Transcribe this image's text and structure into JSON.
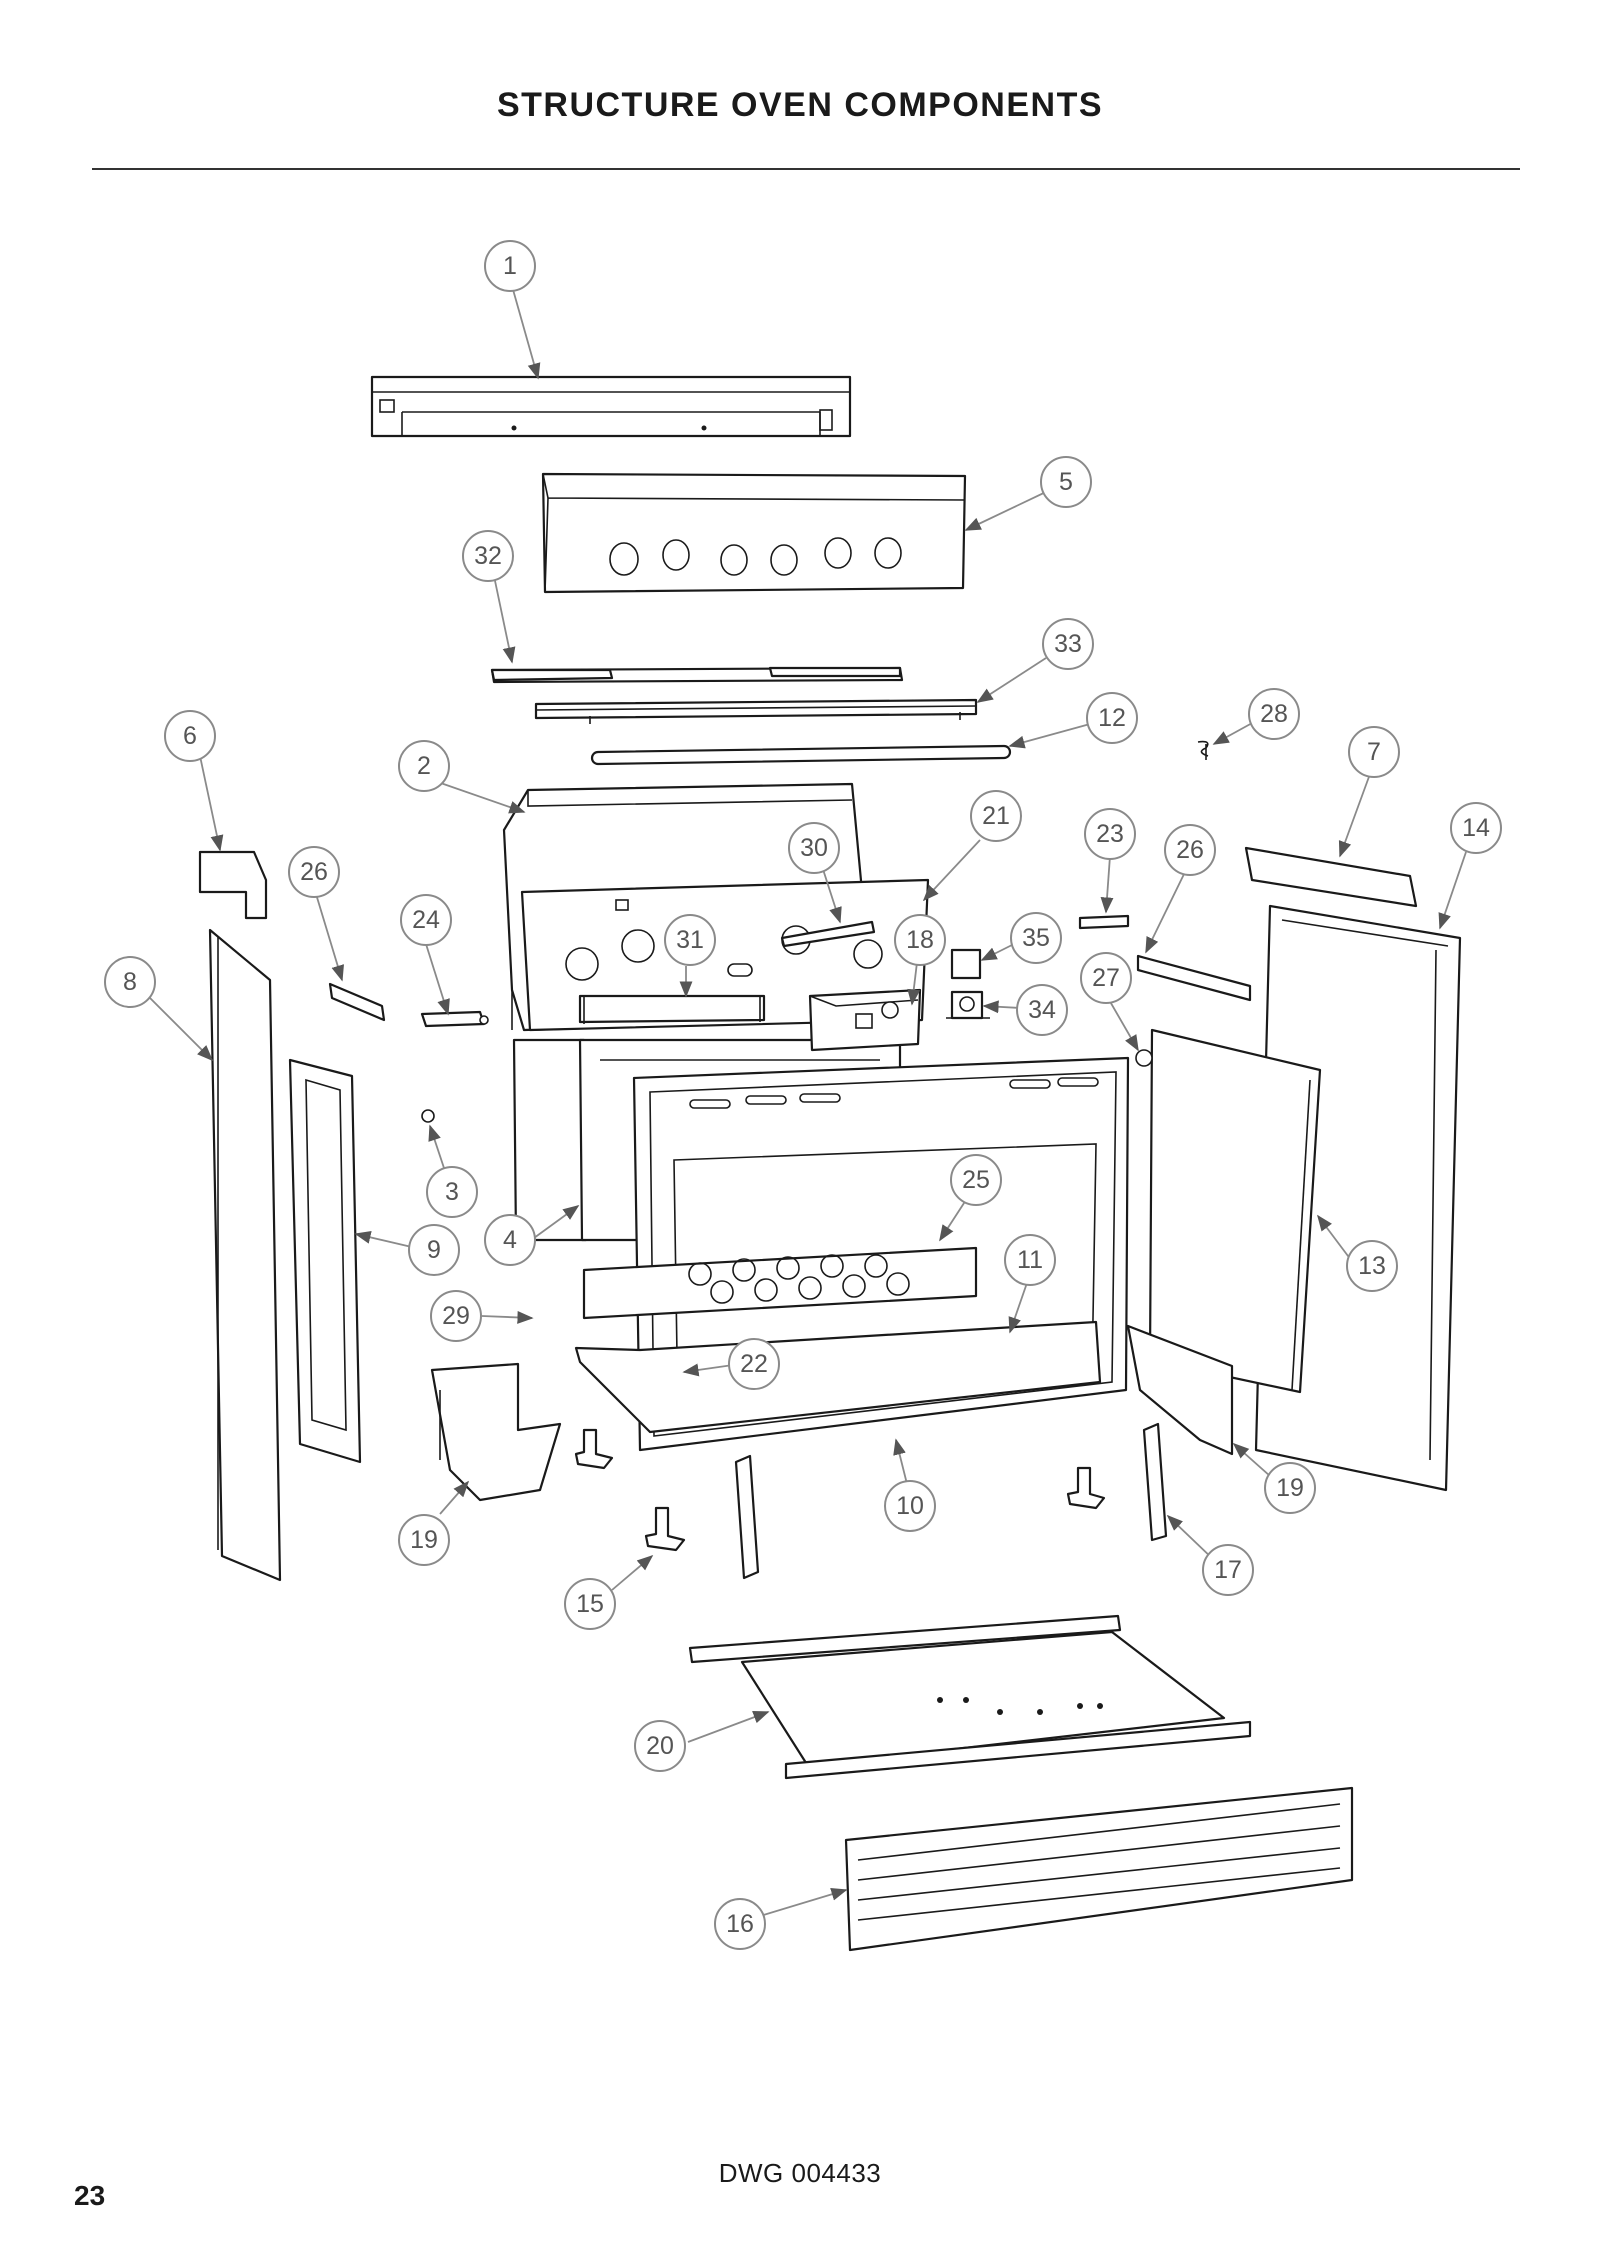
{
  "page": {
    "title": "STRUCTURE OVEN COMPONENTS",
    "drawing_number": "DWG 004433",
    "page_number": "23"
  },
  "callouts": [
    {
      "label": "1"
    },
    {
      "label": "2"
    },
    {
      "label": "3"
    },
    {
      "label": "4"
    },
    {
      "label": "5"
    },
    {
      "label": "6"
    },
    {
      "label": "7"
    },
    {
      "label": "8"
    },
    {
      "label": "9"
    },
    {
      "label": "10"
    },
    {
      "label": "11"
    },
    {
      "label": "12"
    },
    {
      "label": "13"
    },
    {
      "label": "14"
    },
    {
      "label": "15"
    },
    {
      "label": "16"
    },
    {
      "label": "17"
    },
    {
      "label": "18"
    },
    {
      "label": "19"
    },
    {
      "label": "19"
    },
    {
      "label": "20"
    },
    {
      "label": "21"
    },
    {
      "label": "22"
    },
    {
      "label": "23"
    },
    {
      "label": "24"
    },
    {
      "label": "25"
    },
    {
      "label": "26"
    },
    {
      "label": "26"
    },
    {
      "label": "27"
    },
    {
      "label": "28"
    },
    {
      "label": "29"
    },
    {
      "label": "30"
    },
    {
      "label": "31"
    },
    {
      "label": "32"
    },
    {
      "label": "33"
    },
    {
      "label": "34"
    },
    {
      "label": "35"
    }
  ],
  "colors": {
    "line": "#1a1a1a",
    "callout": "#8a8a8a"
  }
}
